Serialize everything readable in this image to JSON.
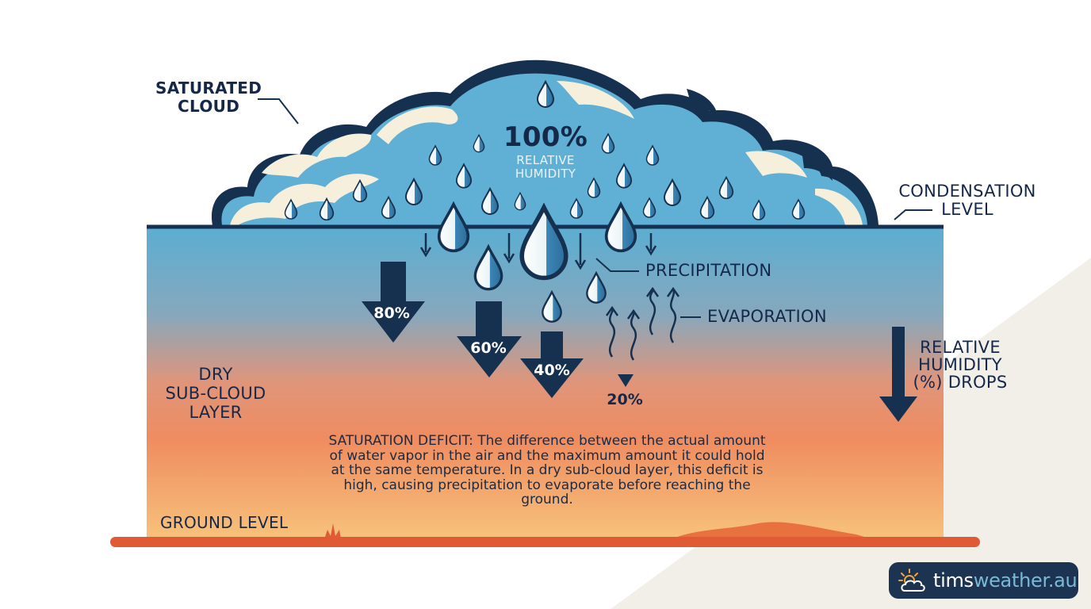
{
  "labels": {
    "saturated_cloud": "SATURATED\nCLOUD",
    "humidity_value": "100%",
    "humidity_caption": "RELATIVE\nHUMIDITY",
    "condensation_level": "CONDENSATION\nLEVEL",
    "precipitation": "PRECIPITATION",
    "evaporation": "EVAPORATION",
    "rh_drops": "RELATIVE\nHUMIDITY\n(%) DROPS",
    "dry_layer": "DRY\nSUB-CLOUD\nLAYER",
    "ground_level": "GROUND LEVEL"
  },
  "humidity_steps": [
    "80%",
    "60%",
    "40%",
    "20%"
  ],
  "saturation_deficit": "SATURATION DEFICIT: The difference between the actual amount of water vapor in the air and the maximum amount it could hold at the same temperature. In a dry sub-cloud layer, this deficit is high, causing precipitation to evaporate before reaching the ground.",
  "brand": {
    "part1": "tims",
    "part2": "weather.au"
  },
  "icons": [
    "water-drop-icon",
    "down-arrow-icon",
    "wavy-up-arrow-icon",
    "sun-cloud-logo-icon"
  ],
  "colors": {
    "cloud_blue": "#5fb0d4",
    "dark_navy": "#16304f",
    "cream": "#f5efdc",
    "layer_top": "#5aaed3",
    "layer_bottom": "#f7c27b",
    "ground": "#e05a35"
  }
}
